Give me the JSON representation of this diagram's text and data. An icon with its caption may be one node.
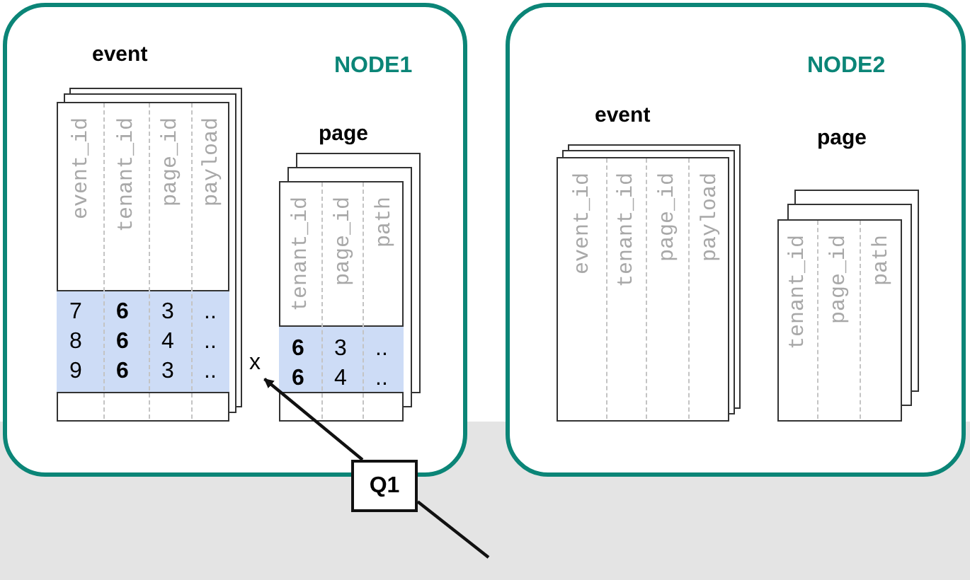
{
  "diagram": {
    "nodes": [
      {
        "text": [
          "NODE1"
        ]
      },
      {
        "text": [
          "event",
          "event_id",
          "tenant_id",
          "page_id",
          "payload",
          "7",
          "6",
          "3",
          "..",
          "8",
          "6",
          "4",
          "..",
          "9",
          "6",
          "3",
          ".."
        ],
        "in": 0
      },
      {
        "text": [
          "page",
          "tenant_id",
          "page_id",
          "path",
          "6",
          "3",
          "..",
          "6",
          "4",
          ".."
        ],
        "in": 0
      },
      {
        "text": [
          "x"
        ],
        "in": 0
      },
      {
        "text": [
          "NODE2"
        ]
      },
      {
        "text": [
          "event",
          "event_id",
          "tenant_id",
          "page_id",
          "payload"
        ],
        "in": 4
      },
      {
        "text": [
          "page",
          "tenant_id",
          "page_id",
          "path"
        ],
        "in": 4
      },
      {
        "text": [
          "Q1"
        ]
      }
    ],
    "edges": [
      {
        "from": 7,
        "to": 3,
        "arrow": "to"
      },
      {
        "from": 7,
        "to": null,
        "arrow": "none"
      }
    ]
  }
}
